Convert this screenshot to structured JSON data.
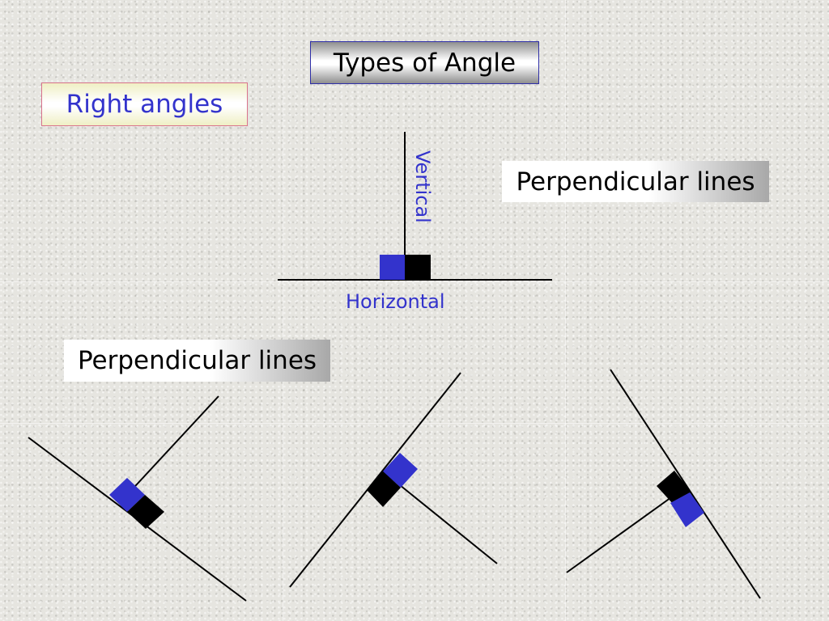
{
  "slide": {
    "title": "Types of Angle",
    "subtitle": "Right angles",
    "perpendicular_label_top": "Perpendicular lines",
    "perpendicular_label_bottom": "Perpendicular lines",
    "vertical_label": "Vertical",
    "horizontal_label": "Horizontal"
  },
  "colors": {
    "marker_blue": "#3333cc",
    "marker_black": "#000000",
    "label_blue": "#3333cc",
    "title_border": "#2e2ea8",
    "subtitle_border": "#d9738c"
  }
}
